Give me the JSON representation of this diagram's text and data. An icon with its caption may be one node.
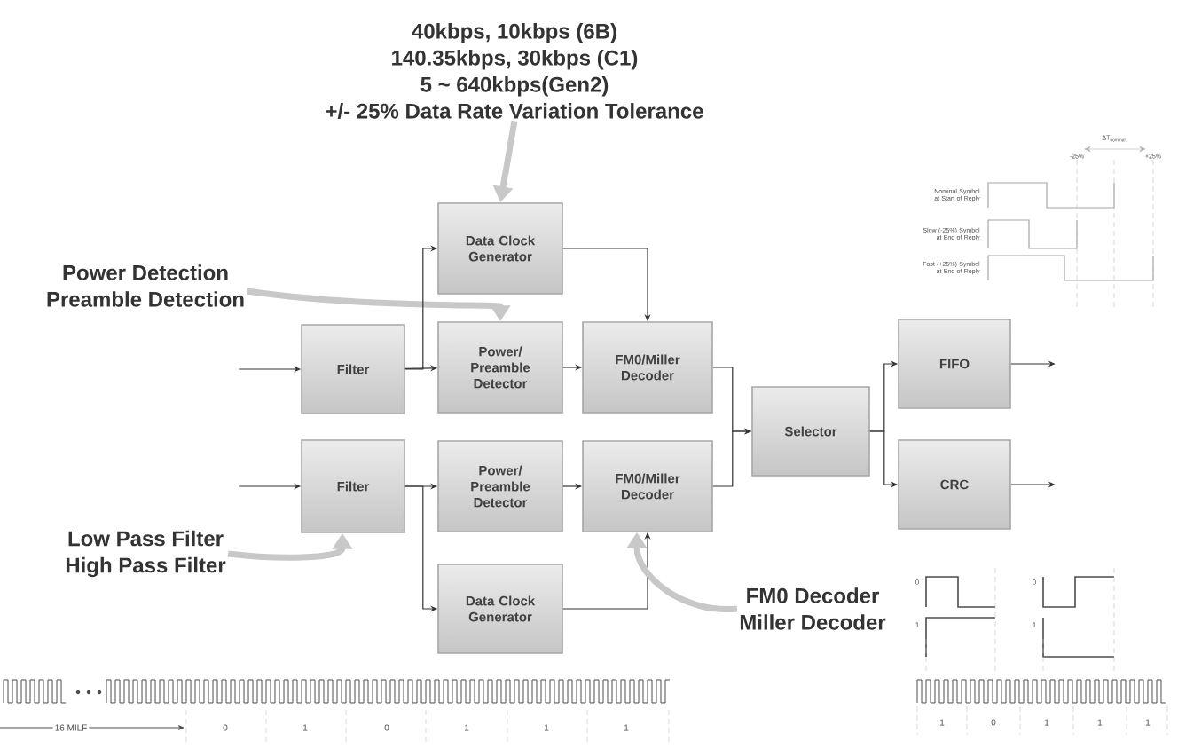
{
  "diagram": {
    "nodes": [
      {
        "text": [
          "40kbps, 10kbps (6B)",
          "140.35kbps, 30kbps (C1)",
          "5 ~ 640kbps(Gen2)",
          "+/- 25% Data Rate Variation Tolerance"
        ]
      },
      {
        "text": [
          "Data Clock Generator"
        ]
      },
      {
        "text": [
          "Power Detection",
          "Preamble Detection"
        ]
      },
      {
        "text": [
          "Filter"
        ]
      },
      {
        "text": [
          "Power/ Preamble Detector"
        ]
      },
      {
        "text": [
          "FM0/Miller Decoder"
        ]
      },
      {
        "text": [
          "Selector"
        ]
      },
      {
        "text": [
          "FIFO"
        ]
      },
      {
        "text": [
          "Filter"
        ]
      },
      {
        "text": [
          "Power/ Preamble Detector"
        ]
      },
      {
        "text": [
          "FM0/Miller Decoder"
        ]
      },
      {
        "text": [
          "CRC"
        ]
      },
      {
        "text": [
          "Low Pass Filter",
          "High Pass Filter"
        ]
      },
      {
        "text": [
          "Data Clock Generator"
        ]
      },
      {
        "text": [
          "FM0 Decoder",
          "Miller Decoder"
        ]
      }
    ],
    "edges": [
      {
        "from": 0,
        "to": 1,
        "arrow": "to",
        "style": "thick",
        "color": "#c8c8c8"
      },
      {
        "from": 2,
        "to": 4,
        "arrow": "to",
        "style": "thick",
        "color": "#c8c8c8"
      },
      {
        "from": null,
        "to": 3,
        "arrow": "to"
      },
      {
        "from": 3,
        "to": 1,
        "arrow": "to"
      },
      {
        "from": 3,
        "to": 4,
        "arrow": "to"
      },
      {
        "from": 1,
        "to": 5,
        "arrow": "to"
      },
      {
        "from": 4,
        "to": 5,
        "arrow": "to"
      },
      {
        "from": 5,
        "to": 6,
        "arrow": "to"
      },
      {
        "from": 6,
        "to": 7,
        "arrow": "to"
      },
      {
        "from": 7,
        "to": null,
        "arrow": "to"
      },
      {
        "from": null,
        "to": 8,
        "arrow": "to"
      },
      {
        "from": 8,
        "to": 9,
        "arrow": "to"
      },
      {
        "from": 8,
        "to": 13,
        "arrow": "to"
      },
      {
        "from": 9,
        "to": 10,
        "arrow": "to"
      },
      {
        "from": 13,
        "to": 10,
        "arrow": "to"
      },
      {
        "from": 10,
        "to": 6,
        "arrow": "to"
      },
      {
        "from": 6,
        "to": 11,
        "arrow": "to"
      },
      {
        "from": 11,
        "to": null,
        "arrow": "to"
      },
      {
        "from": 12,
        "to": 8,
        "arrow": "to",
        "style": "thick",
        "color": "#c8c8c8"
      },
      {
        "from": 14,
        "to": 10,
        "arrow": "to",
        "style": "thick",
        "color": "#c8c8c8"
      }
    ],
    "labels": [
      "ΔT$_{nominal}$",
      "-25%",
      "+25%",
      "Nominal Symbol at Start of Reply",
      "Slow (-25%) Symbol at End of Reply",
      "Fast (+25%) Symbol at End of Reply",
      "0",
      "1",
      "0",
      "1",
      "16 MILF",
      "0",
      "1",
      "0",
      "1",
      "1",
      "1",
      "1",
      "0",
      "1",
      "1",
      "1"
    ]
  }
}
